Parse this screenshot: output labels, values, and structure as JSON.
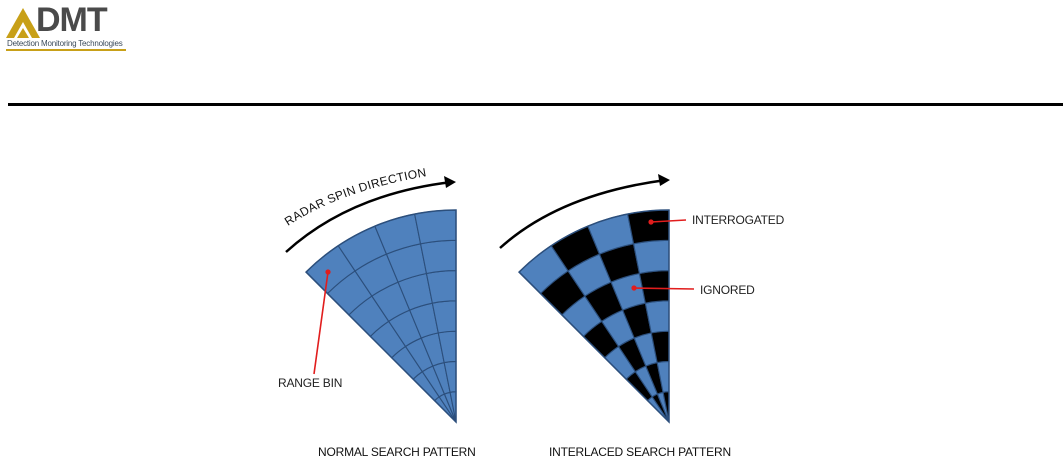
{
  "logo": {
    "name": "DMT",
    "tagline": "Detection Monitoring Technologies"
  },
  "diagram": {
    "spin_label": "RADAR SPIN DIRECTION",
    "callouts": {
      "range_bin": "RANGE BIN",
      "interrogated": "INTERROGATED",
      "ignored": "IGNORED"
    },
    "captions": {
      "normal": "NORMAL SEARCH PATTERN",
      "interlaced": "INTERLACED SEARCH PATTERN"
    }
  },
  "colors": {
    "cell_blue": "#4f81bd",
    "cell_edge": "#2c4f7c",
    "ignored_black": "#000000",
    "callout_red": "#e11d1d",
    "logo_gold": "#c8a018",
    "logo_gray": "#4a4a4a"
  }
}
